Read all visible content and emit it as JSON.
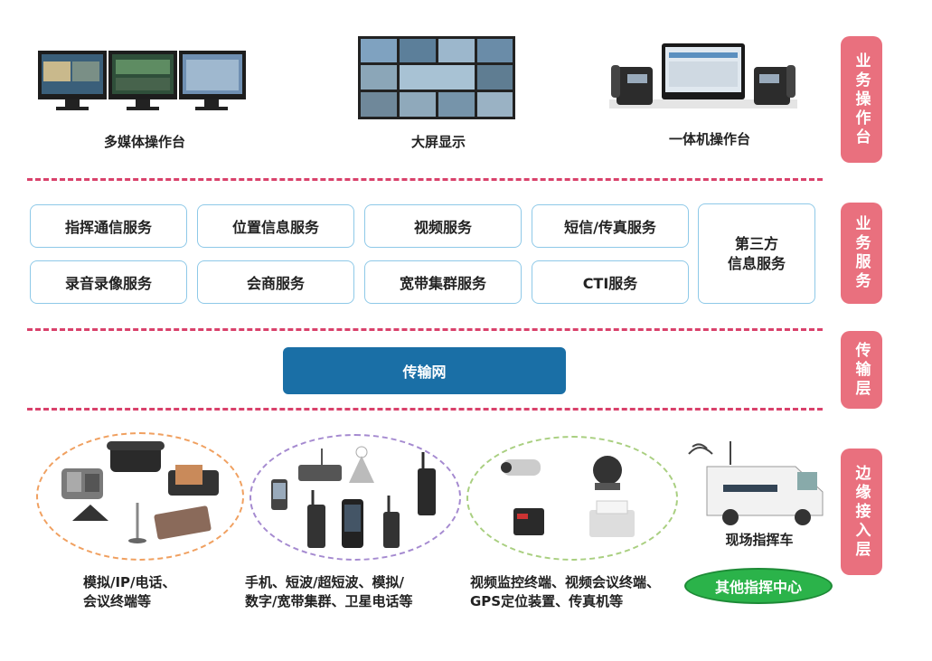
{
  "top_row": {
    "multimedia_console": "多媒体操作台",
    "big_screen": "大屏显示",
    "all_in_one_console": "一体机操作台"
  },
  "layer_tags": {
    "operation": "业务操作台",
    "service": "业务服务",
    "transport": "传输层",
    "edge": "边缘接入层"
  },
  "services": {
    "command_comm": "指挥通信服务",
    "location_info": "位置信息服务",
    "video": "视频服务",
    "sms_fax": "短信/传真服务",
    "recording": "录音录像服务",
    "consultation": "会商服务",
    "broadband_trunking": "宽带集群服务",
    "cti": "CTI服务",
    "third_party": "第三方\n信息服务"
  },
  "transport_network": "传输网",
  "edge": {
    "phones_caption": "模拟/IP/电话、\n会议终端等",
    "radios_caption": "手机、短波/超短波、模拟/\n数字/宽带集群、卫星电话等",
    "video_caption": "视频监控终端、视频会议终端、\nGPS定位装置、传真机等",
    "vehicle_caption": "现场指挥车",
    "other_center": "其他指挥中心"
  },
  "colors": {
    "dash": "#d9416b",
    "tag": "#e9707e",
    "service_border": "#8ec9e8",
    "network": "#1a6fa6",
    "oval_orange": "#f0a060",
    "oval_purple": "#a58ad0",
    "oval_green": "#a9cf80",
    "pill_green": "#2bb34a"
  }
}
